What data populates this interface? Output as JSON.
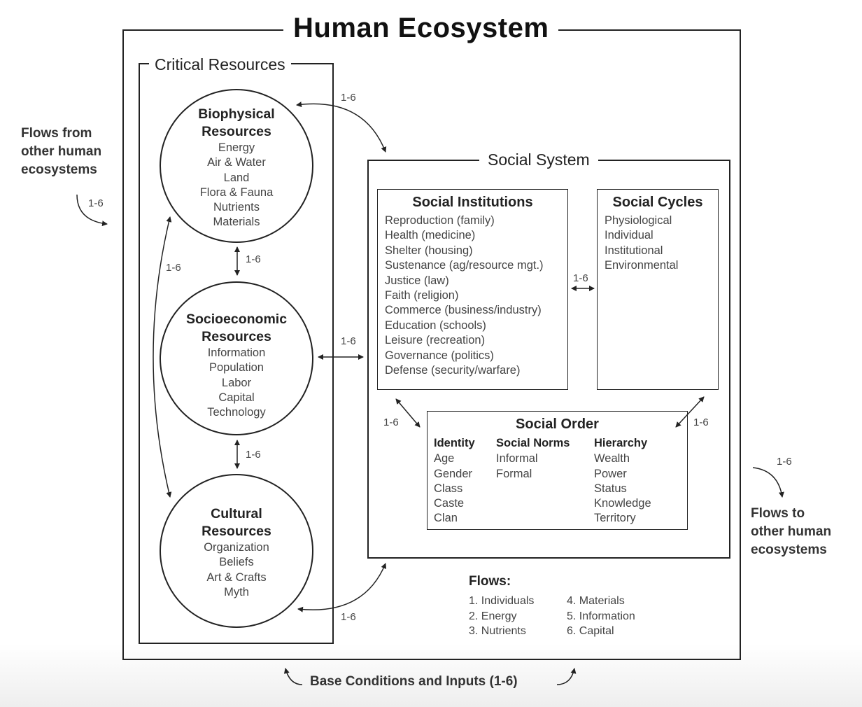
{
  "title": "Human Ecosystem",
  "critical_resources": {
    "title": "Critical Resources",
    "biophysical": {
      "title_line1": "Biophysical",
      "title_line2": "Resources",
      "items": [
        "Energy",
        "Air & Water",
        "Land",
        "Flora & Fauna",
        "Nutrients",
        "Materials"
      ]
    },
    "socioeconomic": {
      "title_line1": "Socioeconomic",
      "title_line2": "Resources",
      "items": [
        "Information",
        "Population",
        "Labor",
        "Capital",
        "Technology"
      ]
    },
    "cultural": {
      "title_line1": "Cultural",
      "title_line2": "Resources",
      "items": [
        "Organization",
        "Beliefs",
        "Art & Crafts",
        "Myth"
      ]
    }
  },
  "social_system": {
    "title": "Social System",
    "institutions": {
      "title": "Social Institutions",
      "items": [
        "Reproduction (family)",
        "Health (medicine)",
        "Shelter (housing)",
        "Sustenance (ag/resource mgt.)",
        "Justice (law)",
        "Faith (religion)",
        "Commerce (business/industry)",
        "Education (schools)",
        "Leisure (recreation)",
        "Governance (politics)",
        "Defense (security/warfare)"
      ]
    },
    "cycles": {
      "title": "Social Cycles",
      "items": [
        "Physiological",
        "Individual",
        "Institutional",
        "Environmental"
      ]
    },
    "order": {
      "title": "Social Order",
      "identity": {
        "heading": "Identity",
        "items": [
          "Age",
          "Gender",
          "Class",
          "Caste",
          "Clan"
        ]
      },
      "norms": {
        "heading": "Social Norms",
        "items": [
          "Informal",
          "Formal"
        ]
      },
      "hierarchy": {
        "heading": "Hierarchy",
        "items": [
          "Wealth",
          "Power",
          "Status",
          "Knowledge",
          "Territory"
        ]
      }
    }
  },
  "flows_legend": {
    "title": "Flows:",
    "left": [
      "1. Individuals",
      "2. Energy",
      "3. Nutrients"
    ],
    "right": [
      "4. Materials",
      "5. Information",
      "6. Capital"
    ]
  },
  "flow_label": "1-6",
  "flows_from": [
    "Flows from",
    "other human",
    "ecosystems"
  ],
  "flows_to": [
    "Flows to",
    "other human",
    "ecosystems"
  ],
  "base_conditions": "Base Conditions and Inputs (1-6)"
}
